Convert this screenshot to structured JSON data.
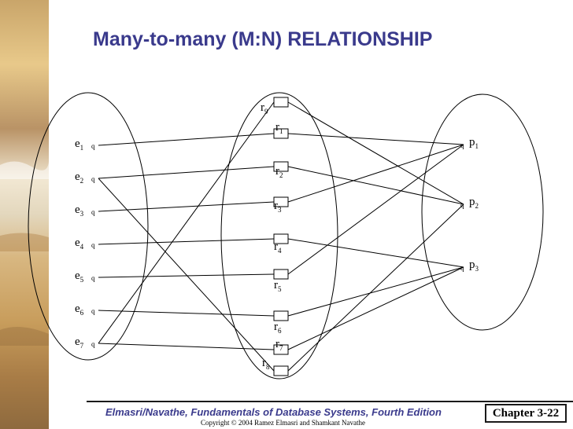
{
  "slide": {
    "title": "Many-to-many (M:N) RELATIONSHIP",
    "footer_book": "Elmasri/Navathe, Fundamentals of Database Systems, Fourth Edition",
    "footer_copyright": "Copyright © 2004 Ramez Elmasri and Shamkant Navathe",
    "chapter_label": "Chapter 3-22"
  },
  "diagram": {
    "left_entities": [
      {
        "base": "e",
        "sub": "1"
      },
      {
        "base": "e",
        "sub": "2"
      },
      {
        "base": "e",
        "sub": "3"
      },
      {
        "base": "e",
        "sub": "4"
      },
      {
        "base": "e",
        "sub": "5"
      },
      {
        "base": "e",
        "sub": "6"
      },
      {
        "base": "e",
        "sub": "7"
      }
    ],
    "right_entities": [
      {
        "base": "p",
        "sub": "1"
      },
      {
        "base": "p",
        "sub": "2"
      },
      {
        "base": "p",
        "sub": "3"
      }
    ],
    "relationship_instances": [
      {
        "base": "r",
        "sub": "9"
      },
      {
        "base": "r",
        "sub": "1"
      },
      {
        "base": "r",
        "sub": "2"
      },
      {
        "base": "r",
        "sub": "3"
      },
      {
        "base": "r",
        "sub": "4"
      },
      {
        "base": "r",
        "sub": "5"
      },
      {
        "base": "r",
        "sub": "6"
      },
      {
        "base": "r",
        "sub": "7"
      },
      {
        "base": "r",
        "sub": "8"
      }
    ],
    "bullet_glyph": "q",
    "links_left": [
      {
        "entity": 0,
        "rel": 1
      },
      {
        "entity": 1,
        "rel": 2
      },
      {
        "entity": 1,
        "rel": 8
      },
      {
        "entity": 2,
        "rel": 3
      },
      {
        "entity": 3,
        "rel": 4
      },
      {
        "entity": 4,
        "rel": 5
      },
      {
        "entity": 5,
        "rel": 6
      },
      {
        "entity": 6,
        "rel": 7
      },
      {
        "entity": 6,
        "rel": 0
      }
    ],
    "links_right": [
      {
        "rel": 0,
        "entity": 1
      },
      {
        "rel": 1,
        "entity": 0
      },
      {
        "rel": 2,
        "entity": 1
      },
      {
        "rel": 3,
        "entity": 0
      },
      {
        "rel": 4,
        "entity": 2
      },
      {
        "rel": 5,
        "entity": 0
      },
      {
        "rel": 6,
        "entity": 2
      },
      {
        "rel": 7,
        "entity": 2
      },
      {
        "rel": 8,
        "entity": 1
      }
    ]
  }
}
